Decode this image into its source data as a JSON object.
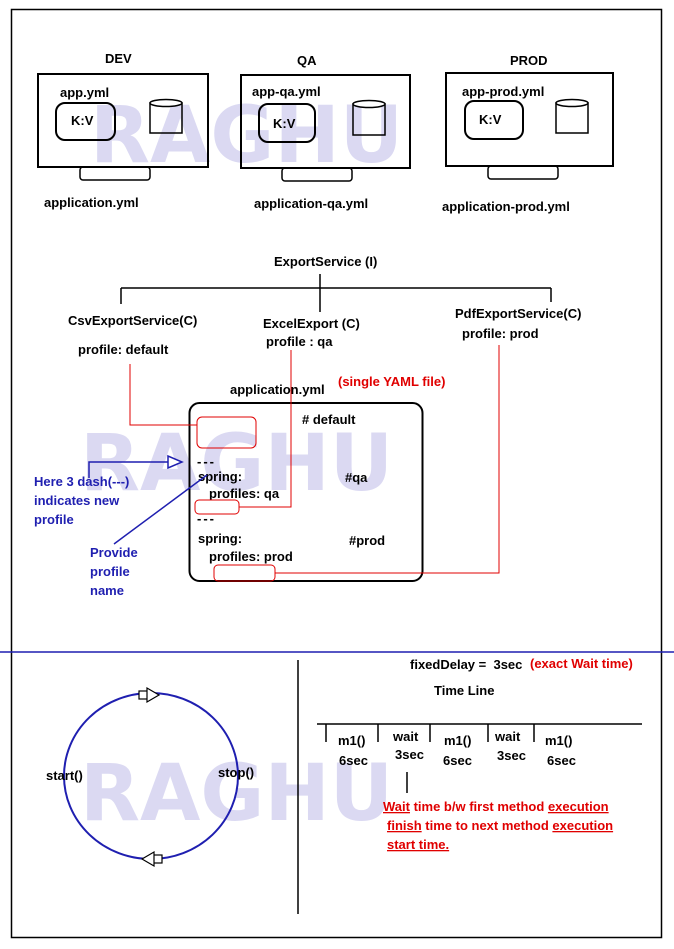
{
  "watermark": "RAGHU",
  "environments": {
    "dev": {
      "title": "DEV",
      "file": "app.yml",
      "kv": "K:V",
      "caption": "application.yml"
    },
    "qa": {
      "title": "QA",
      "file": "app-qa.yml",
      "kv": "K:V",
      "caption": "application-qa.yml"
    },
    "prod": {
      "title": "PROD",
      "file": "app-prod.yml",
      "kv": "K:V",
      "caption": "application-prod.yml"
    }
  },
  "services": {
    "interface": "ExportService (I)",
    "csv": {
      "name": "CsvExportService(C)",
      "profile": "profile: default"
    },
    "excel": {
      "name": "ExcelExport (C)",
      "profile": "profile : qa"
    },
    "pdf": {
      "name": "PdfExportService(C)",
      "profile": "profile: prod"
    }
  },
  "yaml": {
    "title": "application.yml",
    "note": "(single YAML file)",
    "default_comment": "# default",
    "dashes": "---",
    "qa_spring": "spring:",
    "qa_profiles": "profiles: qa",
    "qa_comment": "#qa",
    "prod_spring": "spring:",
    "prod_profiles": "profiles: prod",
    "prod_comment": "#prod"
  },
  "notes": {
    "dash_line1": "Here 3 dash(---)",
    "dash_line2": "indicates new",
    "dash_line3": "profile",
    "profile_line1": "Provide",
    "profile_line2": "profile",
    "profile_line3": "name"
  },
  "cycle": {
    "start": "start()",
    "stop": "stop()"
  },
  "timeline": {
    "fixed_delay": "fixedDelay =  3sec",
    "exact": "(exact Wait time)",
    "title": "Time Line",
    "segments": [
      {
        "top": "m1()",
        "bottom": "6sec"
      },
      {
        "top": "wait",
        "bottom": "3sec"
      },
      {
        "top": "m1()",
        "bottom": "6sec"
      },
      {
        "top": "wait",
        "bottom": "3sec"
      },
      {
        "top": "m1()",
        "bottom": "6sec"
      }
    ],
    "expl_wait": "Wait",
    "expl_text1": " time b/w first method ",
    "expl_execution1": "execution",
    "expl_finish": "finish",
    "expl_text2": " time to next method ",
    "expl_execution2": "execution",
    "expl_start": "start time."
  },
  "colors": {
    "red": "#e00000",
    "blue": "#1f1fb0",
    "black": "#000000",
    "watermark": "#c8c6ec"
  }
}
